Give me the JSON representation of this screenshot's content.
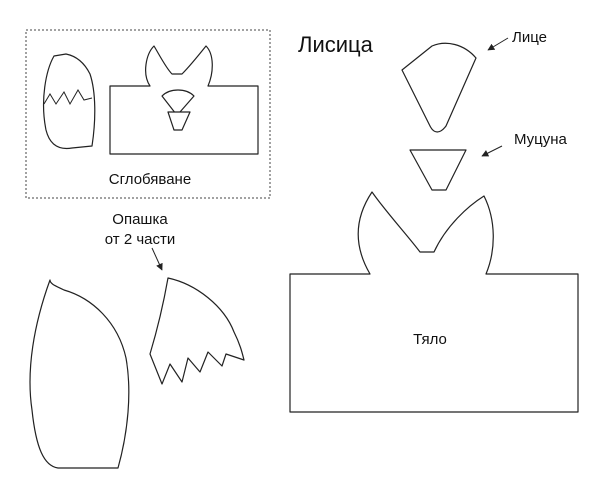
{
  "title": "Лисица",
  "labels": {
    "face": "Лице",
    "muzzle": "Муцуна",
    "body": "Тяло",
    "assembly": "Сглобяване",
    "tail_line1": "Опашка",
    "tail_line2": "от 2 части"
  },
  "colors": {
    "stroke": "#222222",
    "background": "#ffffff"
  },
  "icons": [
    "arrow-icon"
  ]
}
